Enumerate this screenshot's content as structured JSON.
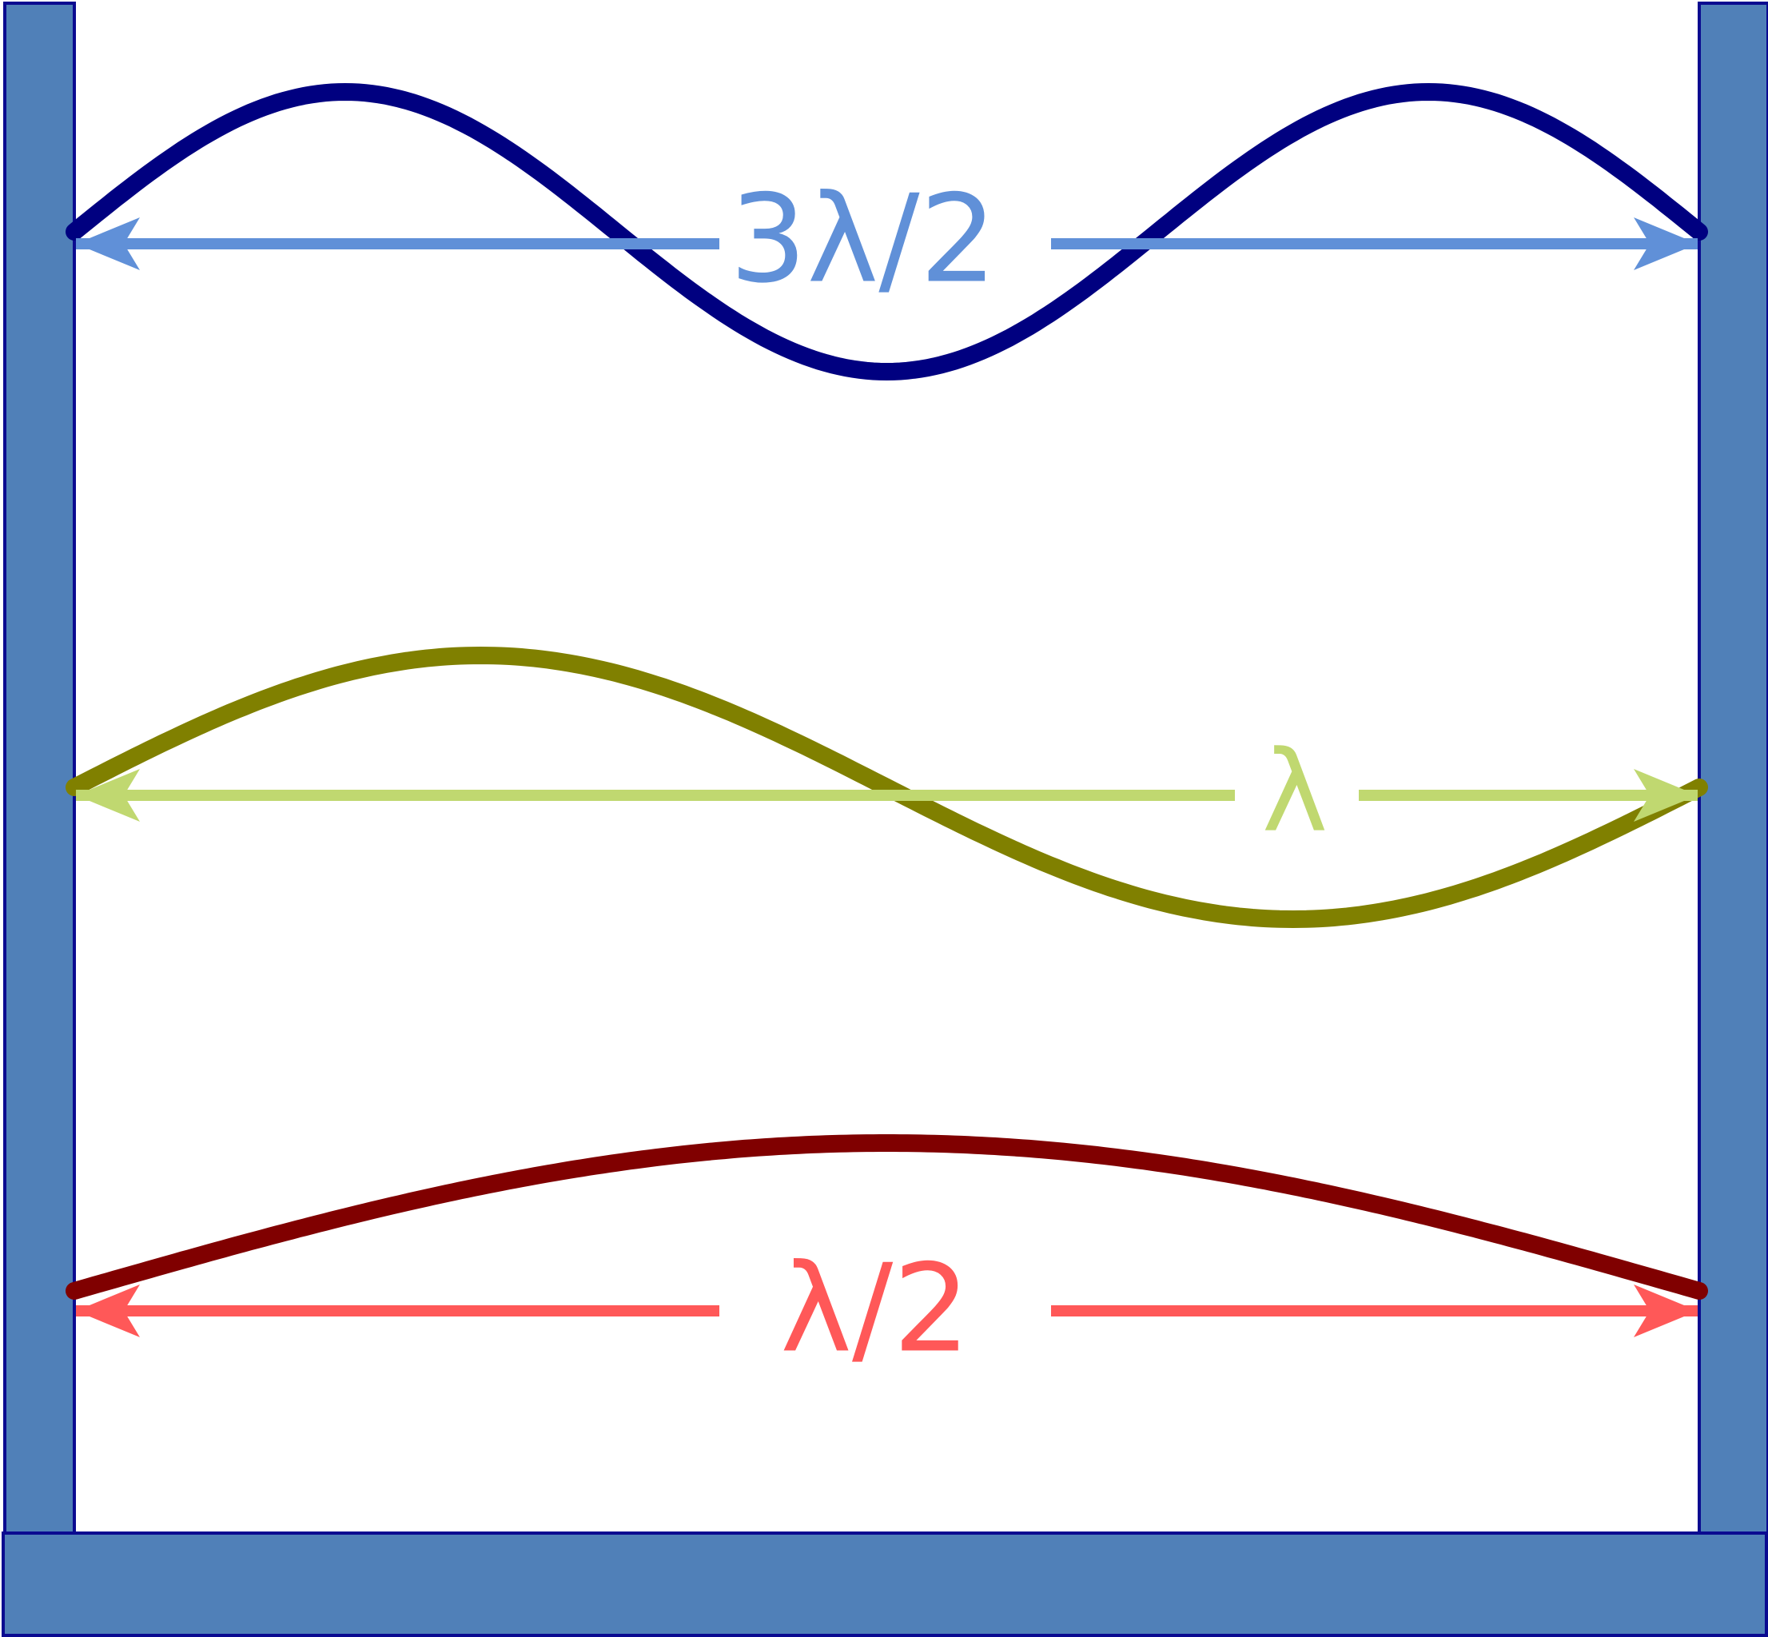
{
  "frame": {
    "color": "#5080b8",
    "edge": "#0a0a90"
  },
  "modes": [
    {
      "id": "n3",
      "label": "3λ/2",
      "half_waves": 3,
      "wave_color": "#000080",
      "arrow_color": "#6090d8"
    },
    {
      "id": "n2",
      "label": "λ",
      "half_waves": 2,
      "wave_color": "#808000",
      "arrow_color": "#c0d870"
    },
    {
      "id": "n1",
      "label": "λ/2",
      "half_waves": 1,
      "wave_color": "#800000",
      "arrow_color": "#ff5858"
    }
  ]
}
